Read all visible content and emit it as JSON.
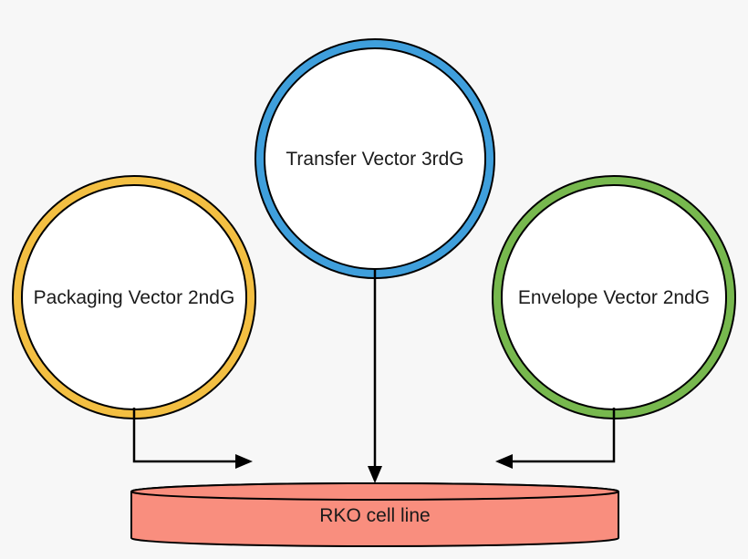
{
  "diagram": {
    "type": "flow-diagram",
    "background_color": "#f7f7f7",
    "outline_color": "#000000",
    "text_color": "#1a1a1a",
    "nodes": {
      "packaging": {
        "label": "Packaging Vector 2ndG",
        "shape": "circle",
        "ring_color": "#f3bf42"
      },
      "transfer": {
        "label": "Transfer Vector 3rdG",
        "shape": "circle",
        "ring_color": "#3f9fdc"
      },
      "envelope": {
        "label": "Envelope Vector 2ndG",
        "shape": "circle",
        "ring_color": "#77b84e"
      },
      "rko": {
        "label": "RKO cell line",
        "shape": "cylinder",
        "fill_color": "#f98e7e"
      }
    },
    "edges": [
      {
        "from": "packaging",
        "to": "rko",
        "style": "elbow-arrow"
      },
      {
        "from": "transfer",
        "to": "rko",
        "style": "straight-arrow"
      },
      {
        "from": "envelope",
        "to": "rko",
        "style": "elbow-arrow"
      }
    ]
  }
}
